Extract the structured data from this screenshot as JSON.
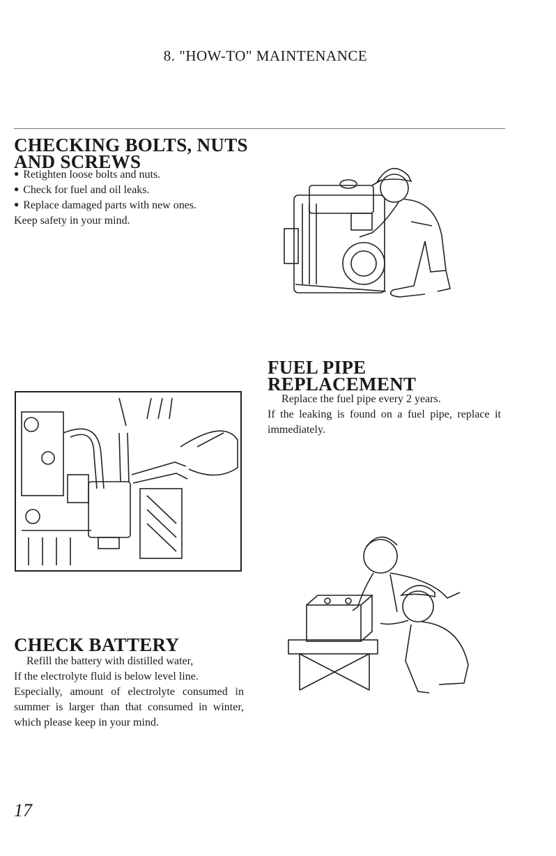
{
  "page": {
    "header": "8. \"HOW-TO\" MAINTENANCE",
    "page_number": "17"
  },
  "sections": {
    "bolts": {
      "heading_line1": "CHECKING BOLTS, NUTS",
      "heading_line2": "AND SCREWS",
      "bullets": [
        "Retighten loose bolts and nuts.",
        "Check for fuel and oil leaks.",
        "Replace damaged parts with new ones."
      ],
      "note": "Keep safety in your mind."
    },
    "fuel_pipe": {
      "heading_line1": "FUEL PIPE",
      "heading_line2": "REPLACEMENT",
      "line1": "Replace the fuel pipe every 2 years.",
      "line2": "If the leaking is found on a fuel pipe, replace it immediately."
    },
    "battery": {
      "heading": "CHECK BATTERY",
      "line1": "Refill the battery with distilled water,",
      "line2": "If the electrolyte fluid is below level line.",
      "line3": "Especially, amount of electrolyte consumed in summer is larger than that consumed in winter, which please keep in your mind."
    }
  },
  "icons": {
    "bullet": "black-circle",
    "mechanic": "mechanic-engine-illustration",
    "fuel_pipe": "fuel-pipe-pliers-illustration",
    "battery": "battery-check-illustration"
  }
}
